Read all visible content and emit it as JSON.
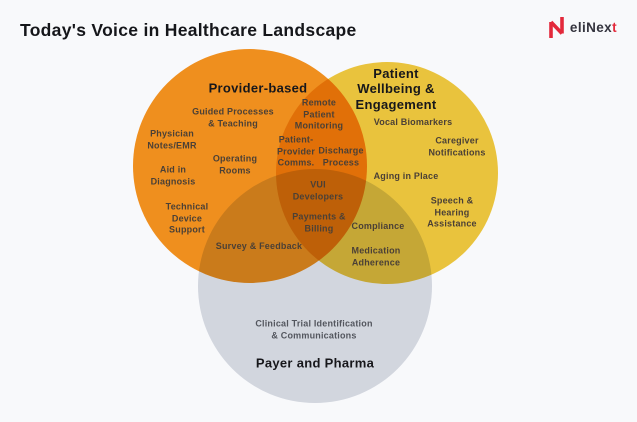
{
  "page": {
    "background_color": "#f8f9fb"
  },
  "header": {
    "title": "Today's Voice in Healthcare Landscape",
    "logo": {
      "icon": "elinext-n-mark",
      "icon_color": "#e3293b",
      "brand_prefix": "eliNex",
      "brand_accent": "t",
      "text_color": "#34343e",
      "accent_color": "#e3293b"
    }
  },
  "venn": {
    "circles": [
      {
        "id": "provider-based",
        "title": "Provider-based",
        "color": "#f6921e"
      },
      {
        "id": "patient-wellbeing",
        "title": "Patient\nWellbeing &\nEngagement",
        "color": "#f0c83e"
      },
      {
        "id": "payer-pharma",
        "title": "Payer and Pharma",
        "color": "#d8dbe2"
      }
    ],
    "items": [
      {
        "id": "guided-processes",
        "text": "Guided Processes\n& Teaching",
        "region": "provider-based"
      },
      {
        "id": "physician-notes",
        "text": "Physician\nNotes/EMR",
        "region": "provider-based"
      },
      {
        "id": "operating-rooms",
        "text": "Operating\nRooms",
        "region": "provider-based"
      },
      {
        "id": "aid-in-diagnosis",
        "text": "Aid in\nDiagnosis",
        "region": "provider-based"
      },
      {
        "id": "technical-device-support",
        "text": "Technical\nDevice\nSupport",
        "region": "provider-based"
      },
      {
        "id": "survey-feedback",
        "text": "Survey & Feedback",
        "region": "provider-based + payer-pharma"
      },
      {
        "id": "remote-patient-monitoring",
        "text": "Remote\nPatient\nMonitoring",
        "region": "provider-based + patient-wellbeing"
      },
      {
        "id": "patient-provider-comms",
        "text": "Patient-\nProvider\nComms.",
        "region": "provider-based + patient-wellbeing"
      },
      {
        "id": "discharge-process",
        "text": "Discharge\nProcess",
        "region": "provider-based + patient-wellbeing"
      },
      {
        "id": "vui-developers",
        "text": "VUI\nDevelopers",
        "region": "provider-based + patient-wellbeing + payer-pharma"
      },
      {
        "id": "payments-billing",
        "text": "Payments &\nBilling",
        "region": "provider-based + patient-wellbeing + payer-pharma"
      },
      {
        "id": "vocal-biomarkers",
        "text": "Vocal Biomarkers",
        "region": "patient-wellbeing"
      },
      {
        "id": "caregiver-notifications",
        "text": "Caregiver\nNotifications",
        "region": "patient-wellbeing"
      },
      {
        "id": "aging-in-place",
        "text": "Aging in Place",
        "region": "patient-wellbeing"
      },
      {
        "id": "speech-hearing-assistance",
        "text": "Speech &\nHearing\nAssistance",
        "region": "patient-wellbeing"
      },
      {
        "id": "compliance",
        "text": "Compliance",
        "region": "patient-wellbeing + payer-pharma"
      },
      {
        "id": "medication-adherence",
        "text": "Medication\nAdherence",
        "region": "patient-wellbeing + payer-pharma"
      },
      {
        "id": "clinical-trial",
        "text": "Clinical Trial Identification\n& Communications",
        "region": "payer-pharma"
      }
    ]
  }
}
